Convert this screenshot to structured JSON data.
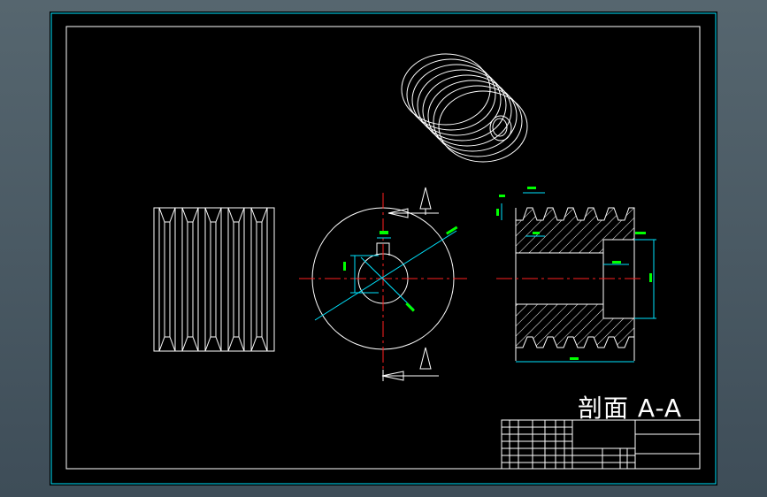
{
  "drawing": {
    "section_label": "剖面 A-A",
    "colors": {
      "viewport": "#4a5a66",
      "frame": "#00e5ff",
      "outline": "#ffffff",
      "center_line": "#ff2020",
      "dimension": "#00e5ff",
      "dimension_text": "#00ff00",
      "hatch": "#ffffff"
    },
    "views": [
      "front-view",
      "side-view-circular",
      "section-view-a-a",
      "isometric-view"
    ],
    "icons": [
      "section-arrow-icon",
      "section-arrow-icon"
    ]
  },
  "title_block": {
    "rows": [
      [
        "",
        "",
        "",
        ""
      ],
      [
        "",
        "",
        "",
        ""
      ],
      [
        "",
        "",
        "",
        ""
      ],
      [
        "",
        "",
        "",
        ""
      ]
    ]
  }
}
